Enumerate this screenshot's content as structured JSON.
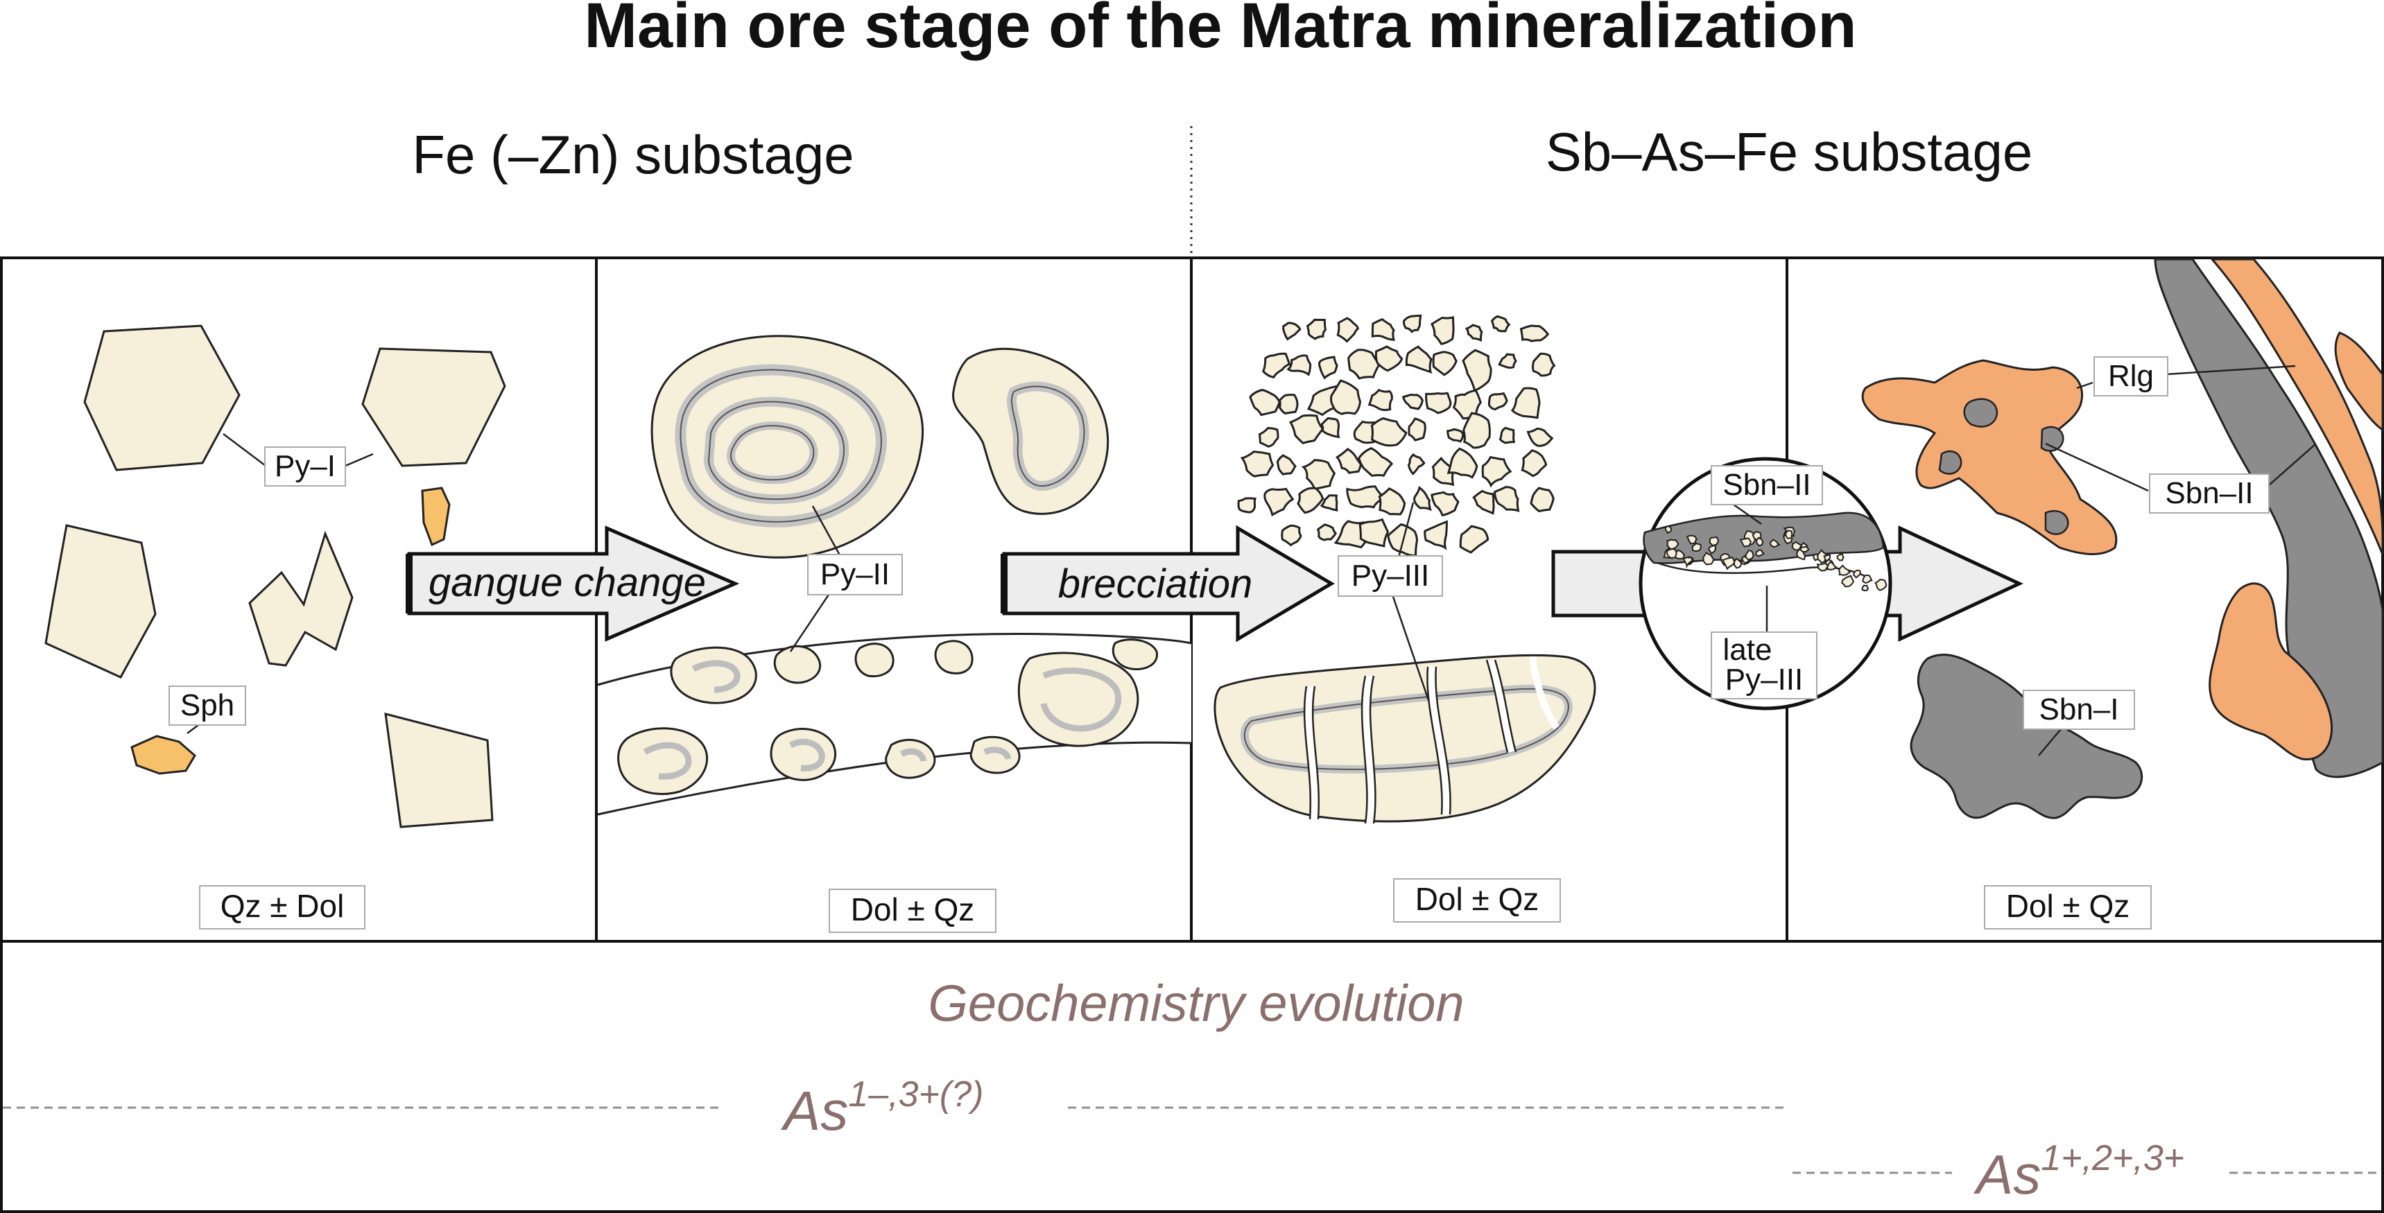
{
  "title": "Main ore stage of the Matra mineralization",
  "substages": {
    "left": "Fe (–Zn) substage",
    "right": "Sb–As–Fe substage"
  },
  "arrows": {
    "gangue_change": "gangue change",
    "brecciation": "brecciation"
  },
  "labels": {
    "py1": "Py–I",
    "sph": "Sph",
    "py2": "Py–II",
    "py3": "Py–III",
    "sbn2_inset": "Sbn–II",
    "late_line1": "late",
    "late_line2": "Py–III",
    "rlg": "Rlg",
    "sbn2": "Sbn–II",
    "sbn1": "Sbn–I"
  },
  "gangue": {
    "panel1": "Qz ± Dol",
    "panel2": "Dol ± Qz",
    "panel3": "Dol ± Qz",
    "panel4": "Dol ± Qz"
  },
  "geochemistry": {
    "title": "Geochemistry evolution",
    "as1_base": "As",
    "as1_sup": "1–,3+(?)",
    "as2_base": "As",
    "as2_sup": "1+,2+,3+"
  },
  "colors": {
    "pyrite": "#f6efd9",
    "sphalerite": "#f7c06a",
    "realgar": "#f3ab73",
    "stibnite": "#8c8c8c",
    "zone_band": "#c4c4c4",
    "geochem_text": "#8a6f6c",
    "outline": "#1a1a1a"
  }
}
